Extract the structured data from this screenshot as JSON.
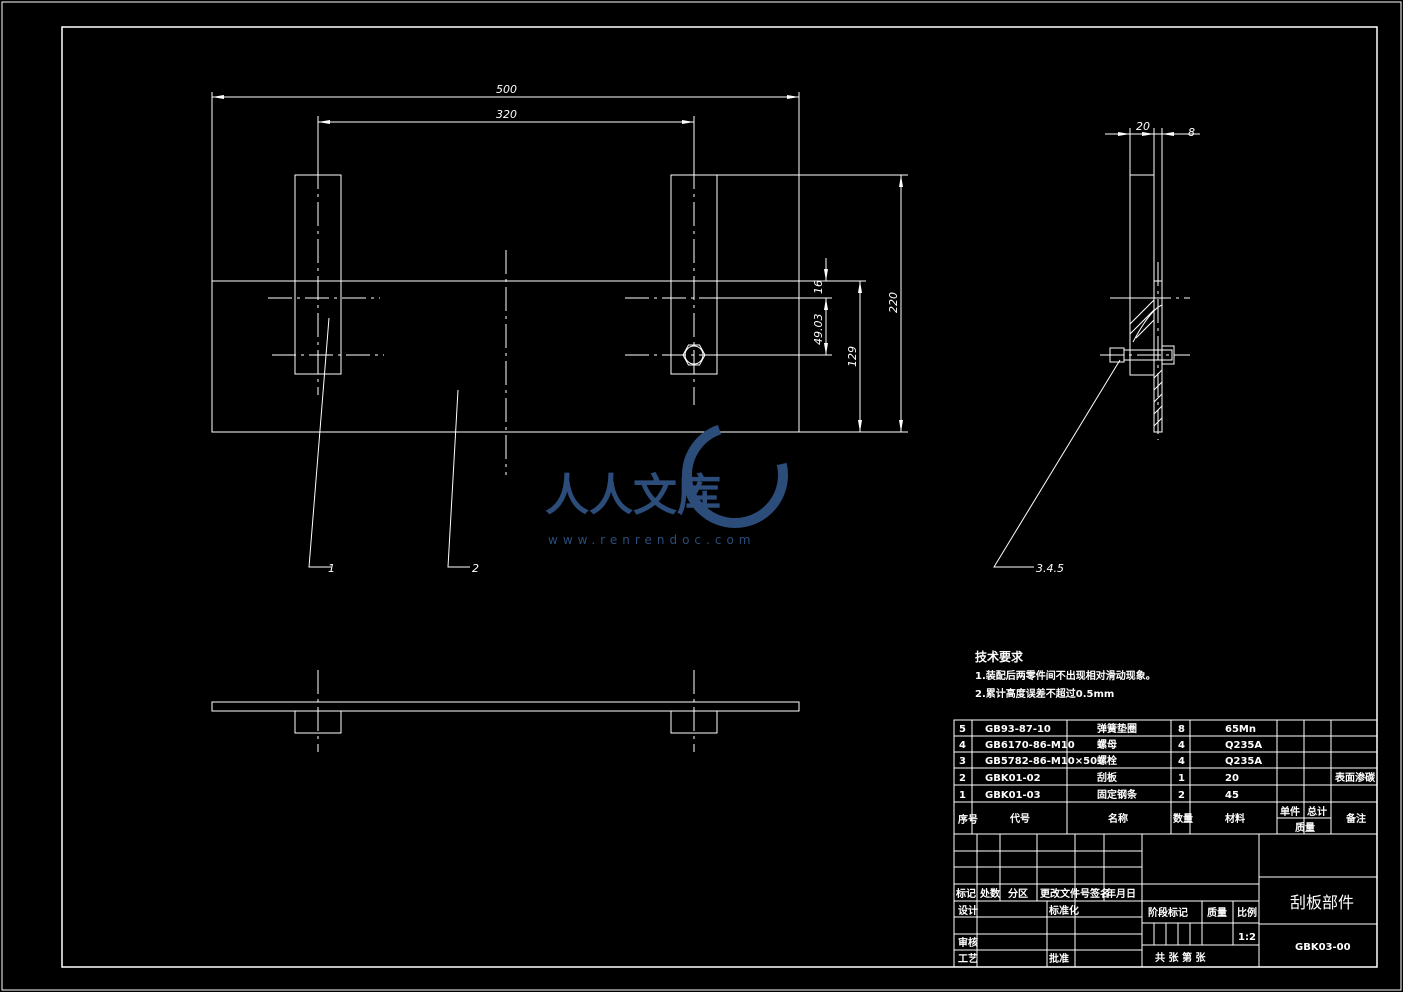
{
  "dimensions": {
    "overall_length": "500",
    "slot_spacing": "320",
    "height": "220",
    "bolt_height": "129",
    "slot_offset": "49.03",
    "strip_width": "16",
    "side_thickness": "20",
    "plate_thickness": "8"
  },
  "balloons": {
    "part1": "1",
    "part2": "2",
    "part345": "3.4.5"
  },
  "tech_requirements": {
    "title": "技术要求",
    "item1": "1.装配后两零件间不出现相对滑动现象。",
    "item2": "2.累计高度误差不超过0.5mm"
  },
  "bom": {
    "rows": [
      {
        "no": "5",
        "code": "GB93-87-10",
        "name": "弹簧垫圈",
        "qty": "8",
        "material": "65Mn",
        "note": ""
      },
      {
        "no": "4",
        "code": "GB6170-86-M10",
        "name": "螺母",
        "qty": "4",
        "material": "Q235A",
        "note": ""
      },
      {
        "no": "3",
        "code": "GB5782-86-M10×50",
        "name": "螺栓",
        "qty": "4",
        "material": "Q235A",
        "note": ""
      },
      {
        "no": "2",
        "code": "GBK01-02",
        "name": "刮板",
        "qty": "1",
        "material": "20",
        "note": "表面渗碳"
      },
      {
        "no": "1",
        "code": "GBK01-03",
        "name": "固定钢条",
        "qty": "2",
        "material": "45",
        "note": ""
      }
    ],
    "header": {
      "no": "序号",
      "code": "代号",
      "name": "名称",
      "qty": "数量",
      "material": "材料",
      "unit_mass": "单件",
      "total_mass": "总计",
      "mass": "质量",
      "note": "备注"
    }
  },
  "title_block": {
    "row_mark": [
      "标记",
      "处数",
      "分区",
      "更改文件号",
      "签名",
      "年月日"
    ],
    "design": "设计",
    "standardization": "标准化",
    "stage_labels": "阶段标记",
    "weight": "质量",
    "scale": "比例",
    "scale_value": "1:2",
    "review": "审核",
    "process": "工艺",
    "approve": "批准",
    "sheets": "共  张  第  张",
    "part_name": "刮板部件",
    "drawing_no": "GBK03-00"
  },
  "watermark": {
    "text": "人人文库",
    "url": "www.renrendoc.com"
  }
}
